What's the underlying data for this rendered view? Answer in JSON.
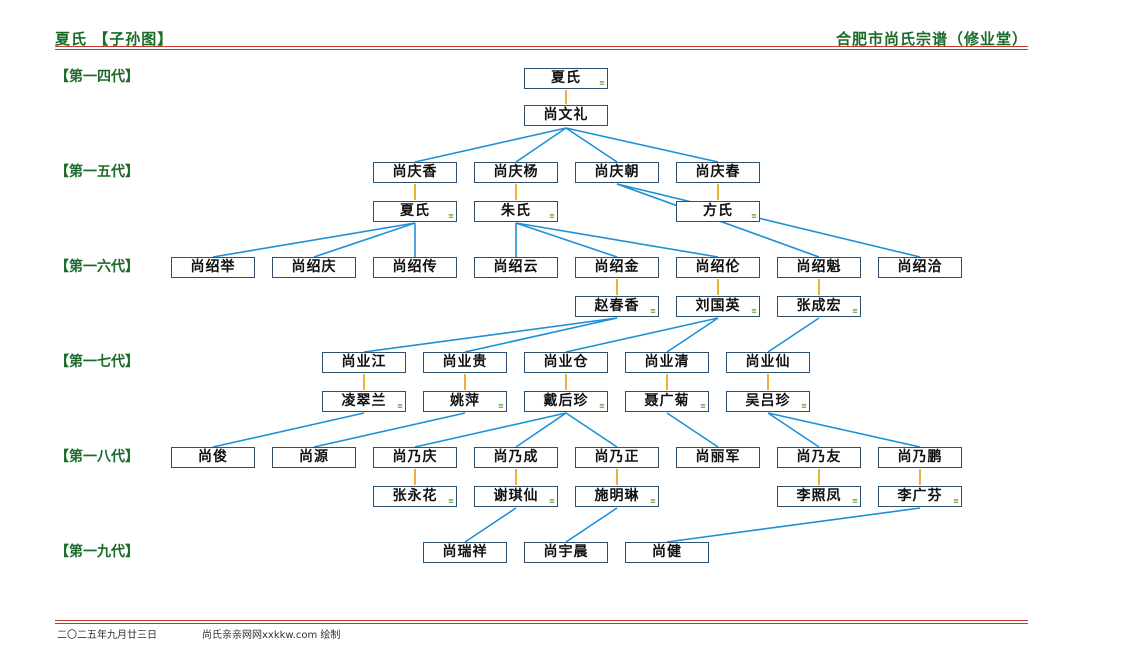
{
  "header": {
    "left": "夏氏 【子孙图】",
    "right": "合肥市尚氏宗谱（修业堂）"
  },
  "generations": [
    "【第一四代】",
    "【第一五代】",
    "【第一六代】",
    "【第一七代】",
    "【第一八代】",
    "【第一九代】"
  ],
  "people": {
    "g14_xia": "夏氏",
    "g14_wenli": "尚文礼",
    "g15_qingxiang": "尚庆香",
    "g15_qingyang": "尚庆杨",
    "g15_qingchao": "尚庆朝",
    "g15_qingchun": "尚庆春",
    "g15_xia2": "夏氏",
    "g15_zhu": "朱氏",
    "g15_fang": "方氏",
    "g16_shaoju": "尚绍举",
    "g16_shaoqing": "尚绍庆",
    "g16_shaochuan": "尚绍传",
    "g16_shaoyun": "尚绍云",
    "g16_shaojin": "尚绍金",
    "g16_shaolun": "尚绍伦",
    "g16_shaokui": "尚绍魁",
    "g16_shaoqia": "尚绍洽",
    "g16_zhao": "赵春香",
    "g16_liu": "刘国英",
    "g16_zhang": "张成宏",
    "g17_yejiang": "尚业江",
    "g17_yegui": "尚业贵",
    "g17_yecang": "尚业仓",
    "g17_yeqing": "尚业清",
    "g17_yexian": "尚业仙",
    "g17_ling": "凌翠兰",
    "g17_yao": "姚萍",
    "g17_dai": "戴后珍",
    "g17_nie": "聂广菊",
    "g17_wu": "吴吕珍",
    "g18_jun": "尚俊",
    "g18_yuan": "尚源",
    "g18_naiqing": "尚乃庆",
    "g18_naicheng": "尚乃成",
    "g18_naizheng": "尚乃正",
    "g18_lijun": "尚丽军",
    "g18_naiyou": "尚乃友",
    "g18_naipeng": "尚乃鹏",
    "g18_zhangyh": "张永花",
    "g18_xie": "谢琪仙",
    "g18_shi": "施明琳",
    "g18_li_zf": "李照凤",
    "g18_li_gf": "李广芬",
    "g19_ruixiang": "尚瑞祥",
    "g19_yuchen": "尚宇晨",
    "g19_jian": "尚健"
  },
  "footer": {
    "date": "二〇二五年九月廿三日",
    "credit": "尚氏亲亲网网xxkkw.com 绘制"
  },
  "colors": {
    "line": "#1e90d8",
    "spouse_line": "#e8a200",
    "header": "#1a6b2a",
    "rule": "#c8372d"
  }
}
